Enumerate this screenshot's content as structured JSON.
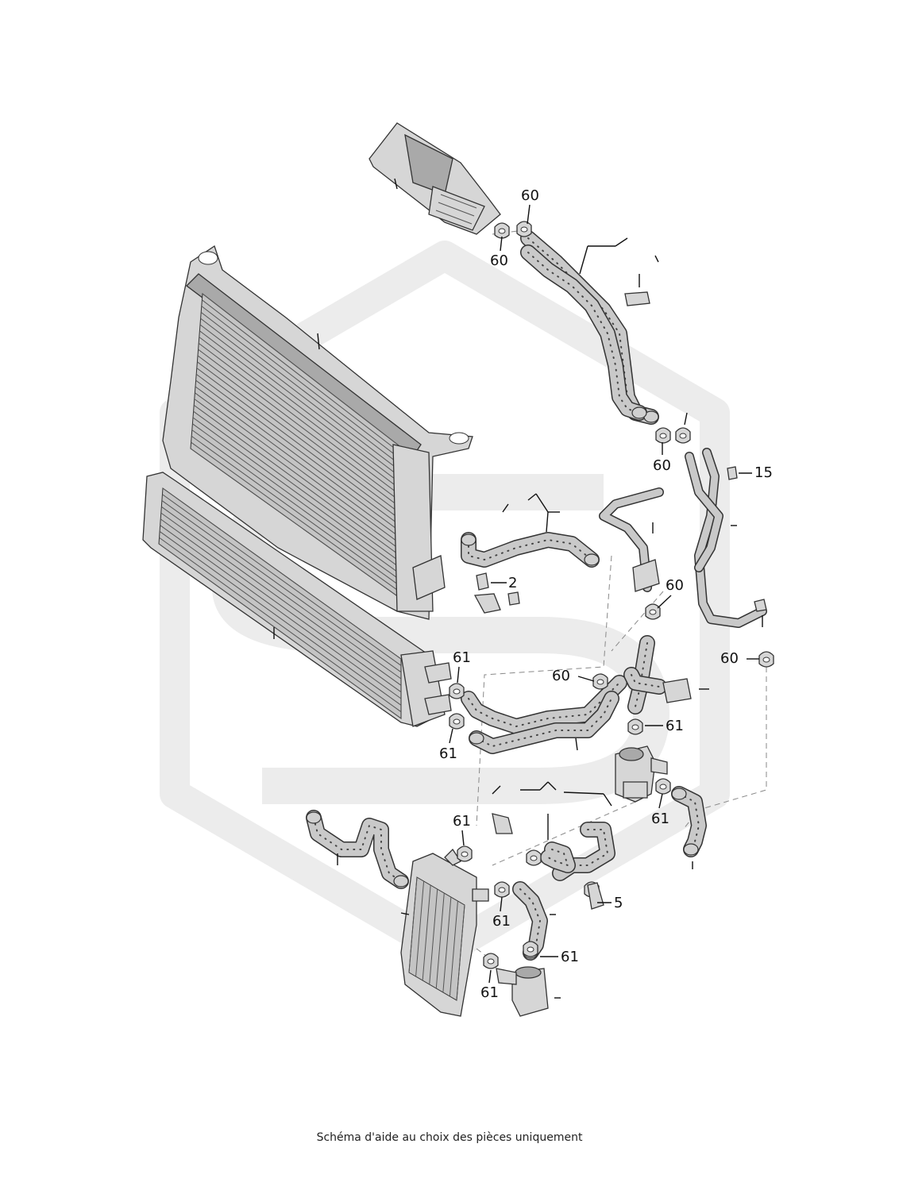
{
  "diagram": {
    "callouts": [
      {
        "id": "c1",
        "label": "60"
      },
      {
        "id": "c2",
        "label": "60"
      },
      {
        "id": "c3",
        "label": "60"
      },
      {
        "id": "c4",
        "label": "15"
      },
      {
        "id": "c5",
        "label": "2"
      },
      {
        "id": "c6",
        "label": "60"
      },
      {
        "id": "c7",
        "label": "61"
      },
      {
        "id": "c8",
        "label": "60"
      },
      {
        "id": "c9",
        "label": "60"
      },
      {
        "id": "c10",
        "label": "61"
      },
      {
        "id": "c11",
        "label": "61"
      },
      {
        "id": "c12",
        "label": "61"
      },
      {
        "id": "c13",
        "label": "61"
      },
      {
        "id": "c14",
        "label": "5"
      },
      {
        "id": "c15",
        "label": "61"
      },
      {
        "id": "c16",
        "label": "61"
      },
      {
        "id": "c17",
        "label": "61"
      }
    ],
    "watermark": {
      "color": "#ececec"
    }
  },
  "caption": "Schéma d'aide au choix des pièces uniquement",
  "colors": {
    "line": "#333333",
    "part": "#d6d6d6",
    "hose_dots": "#444444"
  }
}
